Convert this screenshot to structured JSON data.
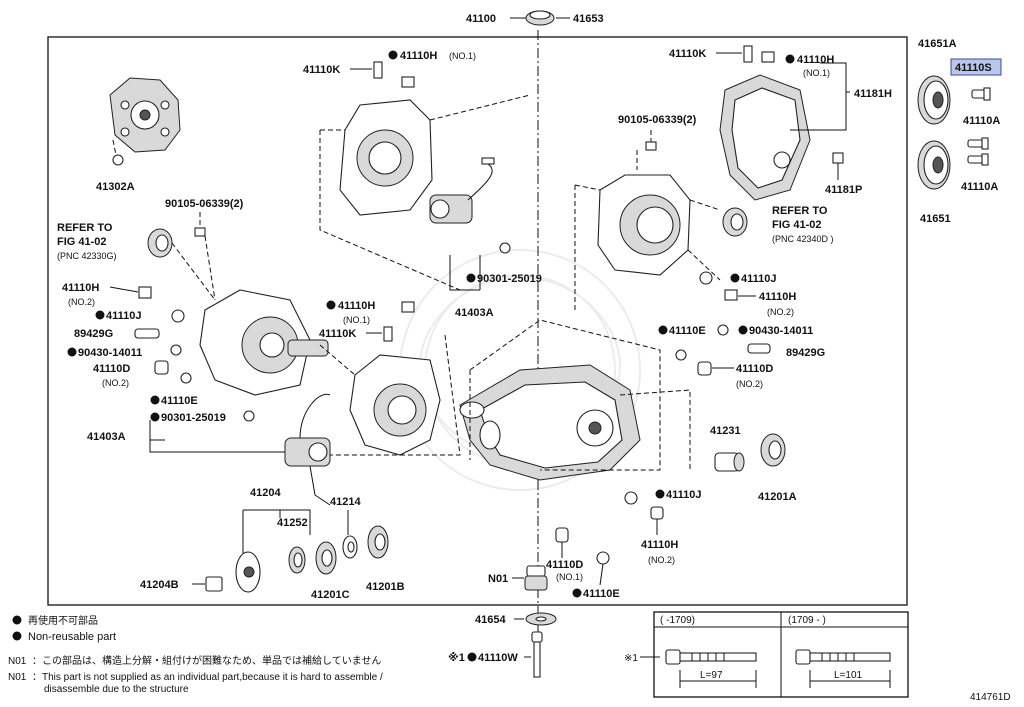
{
  "diagram": {
    "diagram_id": "414761D",
    "main_assembly": "41100",
    "highlighted_part": "41110S",
    "labels": {
      "p41100": "41100",
      "p41653": "41653",
      "p41651A": "41651A",
      "p41110S": "41110S",
      "p41110A_1": "41110A",
      "p41110A_2": "41110A",
      "p41651": "41651",
      "p41302A": "41302A",
      "p41110K_top": "41110K",
      "p41110H_top": "41110H",
      "p41110H_top_no": "(NO.1)",
      "p41110K_right": "41110K",
      "p41110H_right": "41110H",
      "p41110H_right_no": "(NO.1)",
      "p41181H": "41181H",
      "p41181P": "41181P",
      "p90105_right": "90105-06339(2)",
      "p90105_left": "90105-06339(2)",
      "refer_left_1": "REFER TO",
      "refer_left_2": "FIG 41-02",
      "refer_left_3": "(PNC 42330G)",
      "refer_right_1": "REFER TO",
      "refer_right_2": "FIG 41-02",
      "refer_right_3": "(PNC 42340D )",
      "p90301_mid": "90301-25019",
      "p41403A_mid": "41403A",
      "p41110J_right": "41110J",
      "p41110H_right2": "41110H",
      "p41110H_right2_no": "(NO.2)",
      "p41110E_right": "41110E",
      "p90430_right": "90430-14011",
      "p89429G_right": "89429G",
      "p41110D_right": "41110D",
      "p41110D_right_no": "(NO.2)",
      "p41110H_left": "41110H",
      "p41110H_left_no": "(NO.2)",
      "p41110J_left": "41110J",
      "p89429G_left": "89429G",
      "p90430_left": "90430-14011",
      "p41110D_left": "41110D",
      "p41110D_left_no": "(NO.2)",
      "p41110E_left": "41110E",
      "p90301_left": "90301-25019",
      "p41403A_left": "41403A",
      "p41110H_center": "41110H",
      "p41110H_center_no": "(NO.1)",
      "p41110K_center": "41110K",
      "p41231": "41231",
      "p41201A": "41201A",
      "p41110J_low": "41110J",
      "p41110H_low": "41110H",
      "p41110H_low_no": "(NO.2)",
      "p41204": "41204",
      "p41252": "41252",
      "p41214": "41214",
      "p41204B": "41204B",
      "p41201C": "41201C",
      "p41201B": "41201B",
      "p41110D_low": "41110D",
      "p41110D_low_no": "(NO.1)",
      "pN01": "N01",
      "p41110E_low": "41110E",
      "p41654": "41654",
      "p41110W": "41110W",
      "p41110W_mark": "※1"
    },
    "legend": {
      "nonreusable_jp": "再使用不可部品",
      "nonreusable_en": "Non-reusable part",
      "n01_code": "N01",
      "n01_jp": "：この部品は、構造上分解・組付けが困難なため、単品では補給していません",
      "n01_en_1": "：This part is not supplied as an individual part,because it is hard to assemble /",
      "n01_en_2": "disassemble due to the structure"
    },
    "bolt_table": {
      "mark": "※1",
      "col1_header": "(      -1709)",
      "col2_header": "(1709    -      )",
      "col1_length": "L=97",
      "col2_length": "L=101"
    }
  }
}
